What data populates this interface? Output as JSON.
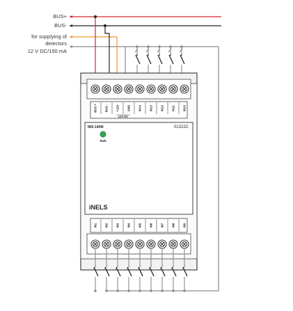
{
  "labels": {
    "bus_plus": "BUS+",
    "bus_minus": "BUS-",
    "supply_line1": "for supplying of",
    "supply_line2": "detectors",
    "supply_line3": "12 V DC/150 mA"
  },
  "module": {
    "model": "IM3-140M",
    "code": "01322C",
    "led_label": "RUN",
    "brand": "iNELS",
    "top_terminals": [
      "BUS +",
      "BUS -",
      "+12V",
      "GND",
      "IN14",
      "IN13",
      "IN12",
      "IN11",
      "IN10"
    ],
    "supply_note": "12V DC",
    "bottom_terminals": [
      "IN1",
      "IN2",
      "IN3",
      "IN4",
      "IN5",
      "IN6",
      "IN7",
      "IN8",
      "IN9"
    ]
  },
  "colors": {
    "bus_plus": "#d7262c",
    "bus_minus": "#222222",
    "supply": "#e69a2e",
    "inputs": "#8a8a8a",
    "led": "#2fa84f"
  }
}
